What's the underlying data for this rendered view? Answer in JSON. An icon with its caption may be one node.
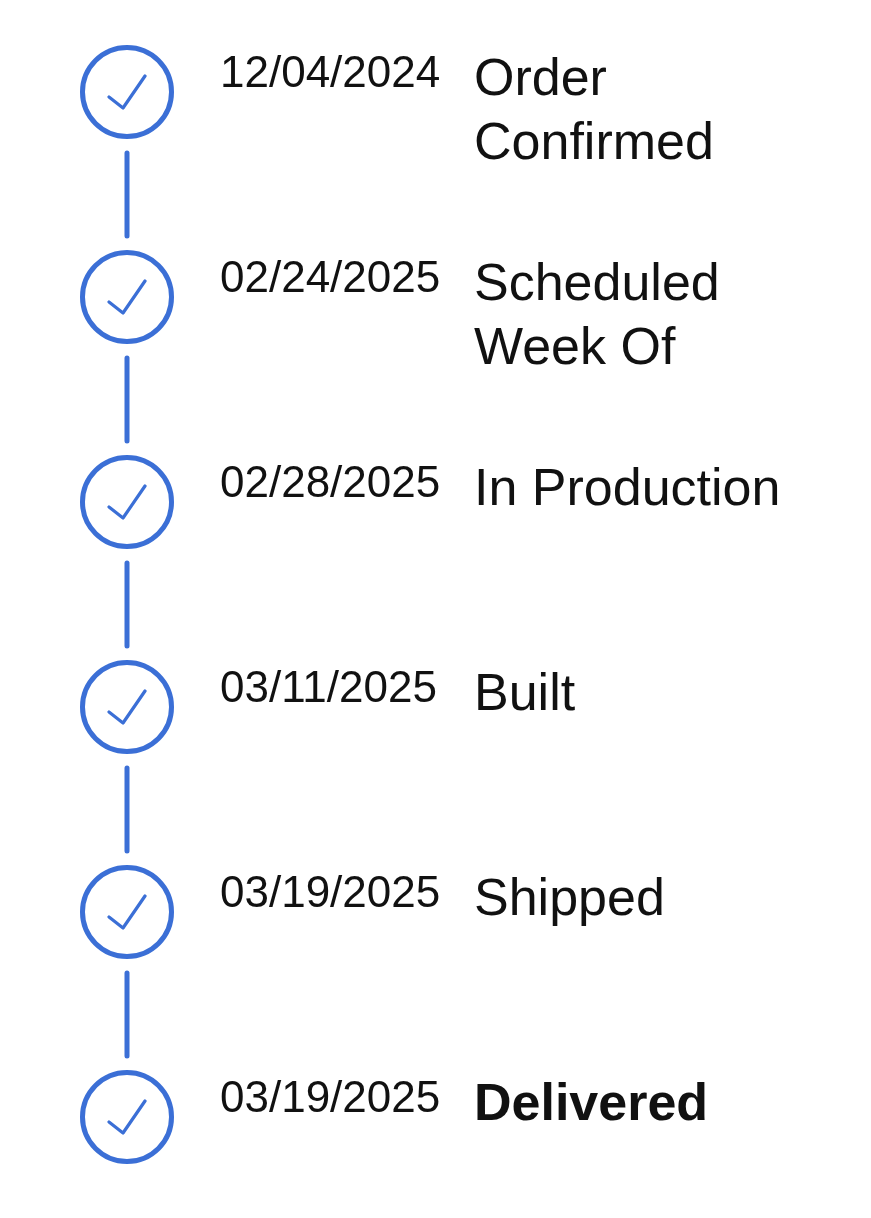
{
  "diagram": {
    "nodes": [
      {
        "text": [],
        "shape": "circle",
        "beside": [
          "12/04/2024",
          "Order Confirmed"
        ]
      },
      {
        "text": [],
        "shape": "circle",
        "beside": [
          "02/24/2025",
          "Scheduled Week Of"
        ]
      },
      {
        "text": [],
        "shape": "circle",
        "beside": [
          "02/28/2025",
          "In Production"
        ]
      },
      {
        "text": [],
        "shape": "circle",
        "beside": [
          "03/11/2025",
          "Built"
        ]
      },
      {
        "text": [],
        "shape": "circle",
        "beside": [
          "03/19/2025",
          "Shipped"
        ]
      },
      {
        "text": [],
        "shape": "circle",
        "beside": [
          "03/19/2025",
          "Delivered"
        ]
      }
    ],
    "edges": [
      {
        "from": 0,
        "to": 1,
        "arrow": "none"
      },
      {
        "from": 1,
        "to": 2,
        "arrow": "none"
      },
      {
        "from": 2,
        "to": 3,
        "arrow": "none"
      },
      {
        "from": 3,
        "to": 4,
        "arrow": "none"
      },
      {
        "from": 4,
        "to": 5,
        "arrow": "none"
      }
    ]
  }
}
